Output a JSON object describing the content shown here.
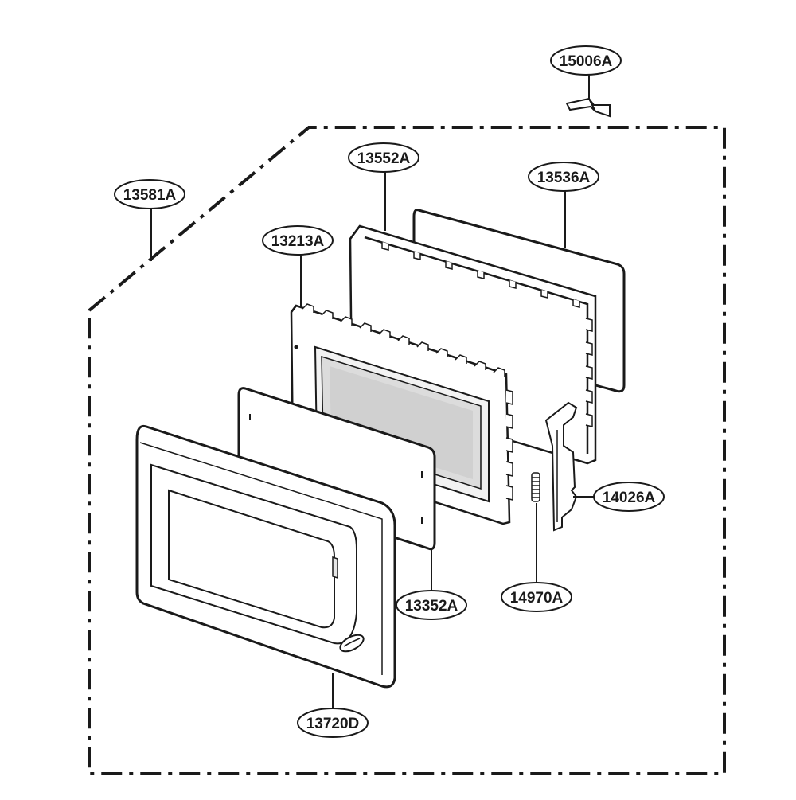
{
  "diagram": {
    "labels": {
      "p15006A": "15006A",
      "p13552A": "13552A",
      "p13536A": "13536A",
      "p13581A": "13581A",
      "p13213A": "13213A",
      "p14026A": "14026A",
      "p13352A": "13352A",
      "p14970A": "14970A",
      "p13720D": "13720D"
    },
    "colors": {
      "line": "#1a1a1a",
      "panel_fill": "#ffffff",
      "shade": "#e6e6e6",
      "glass": "#d9d9d9"
    }
  }
}
